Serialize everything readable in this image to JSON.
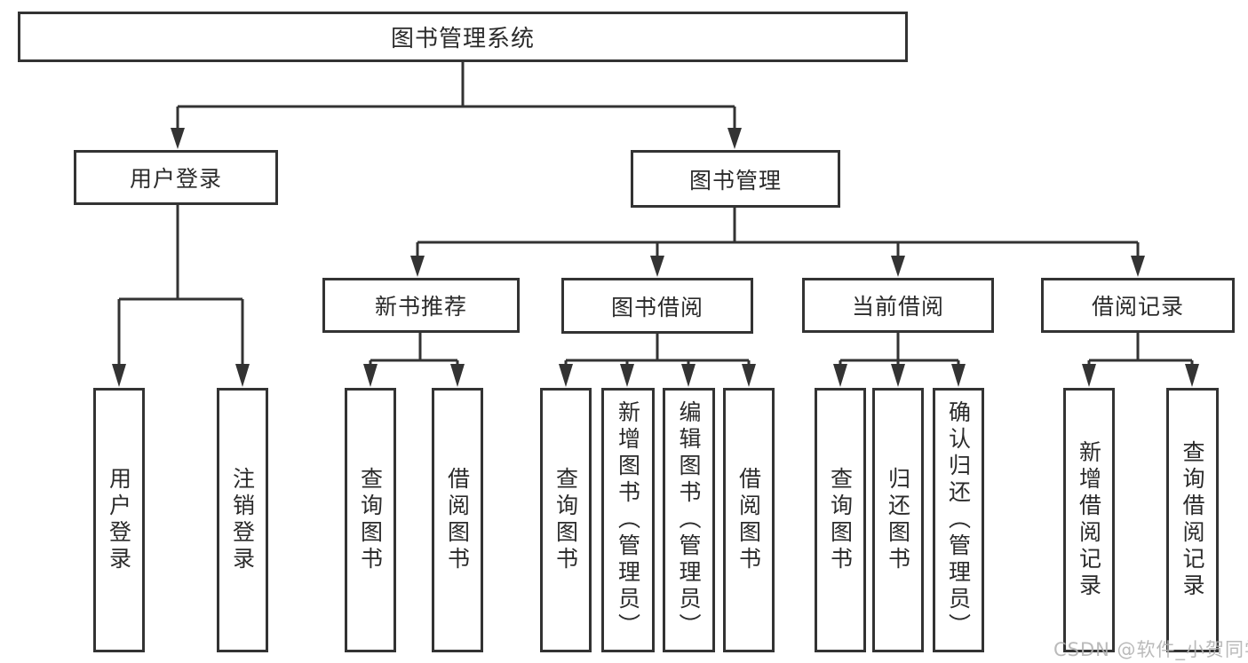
{
  "diagram_title": "图书管理系统",
  "tree": {
    "label": "图书管理系统",
    "children": [
      {
        "label": "用户登录",
        "children": [
          {
            "label": "用户登录"
          },
          {
            "label": "注销登录"
          }
        ]
      },
      {
        "label": "图书管理",
        "children": [
          {
            "label": "新书推荐",
            "children": [
              {
                "label": "查询图书"
              },
              {
                "label": "借阅图书"
              }
            ]
          },
          {
            "label": "图书借阅",
            "children": [
              {
                "label": "查询图书"
              },
              {
                "label": "新增图书（管理员）"
              },
              {
                "label": "编辑图书（管理员）"
              },
              {
                "label": "借阅图书"
              }
            ]
          },
          {
            "label": "当前借阅",
            "children": [
              {
                "label": "查询图书"
              },
              {
                "label": "归还图书"
              },
              {
                "label": "确认归还（管理员）"
              }
            ]
          },
          {
            "label": "借阅记录",
            "children": [
              {
                "label": "新增借阅记录"
              },
              {
                "label": "查询借阅记录"
              }
            ]
          }
        ]
      }
    ]
  },
  "watermark": "CSDN @软件_小贺同学",
  "colors": {
    "line": "#333333",
    "box_border": "#333333",
    "box_fill": "#ffffff",
    "text": "#2b2b2b",
    "watermark": "#b3b3b3",
    "background": "#ffffff"
  }
}
